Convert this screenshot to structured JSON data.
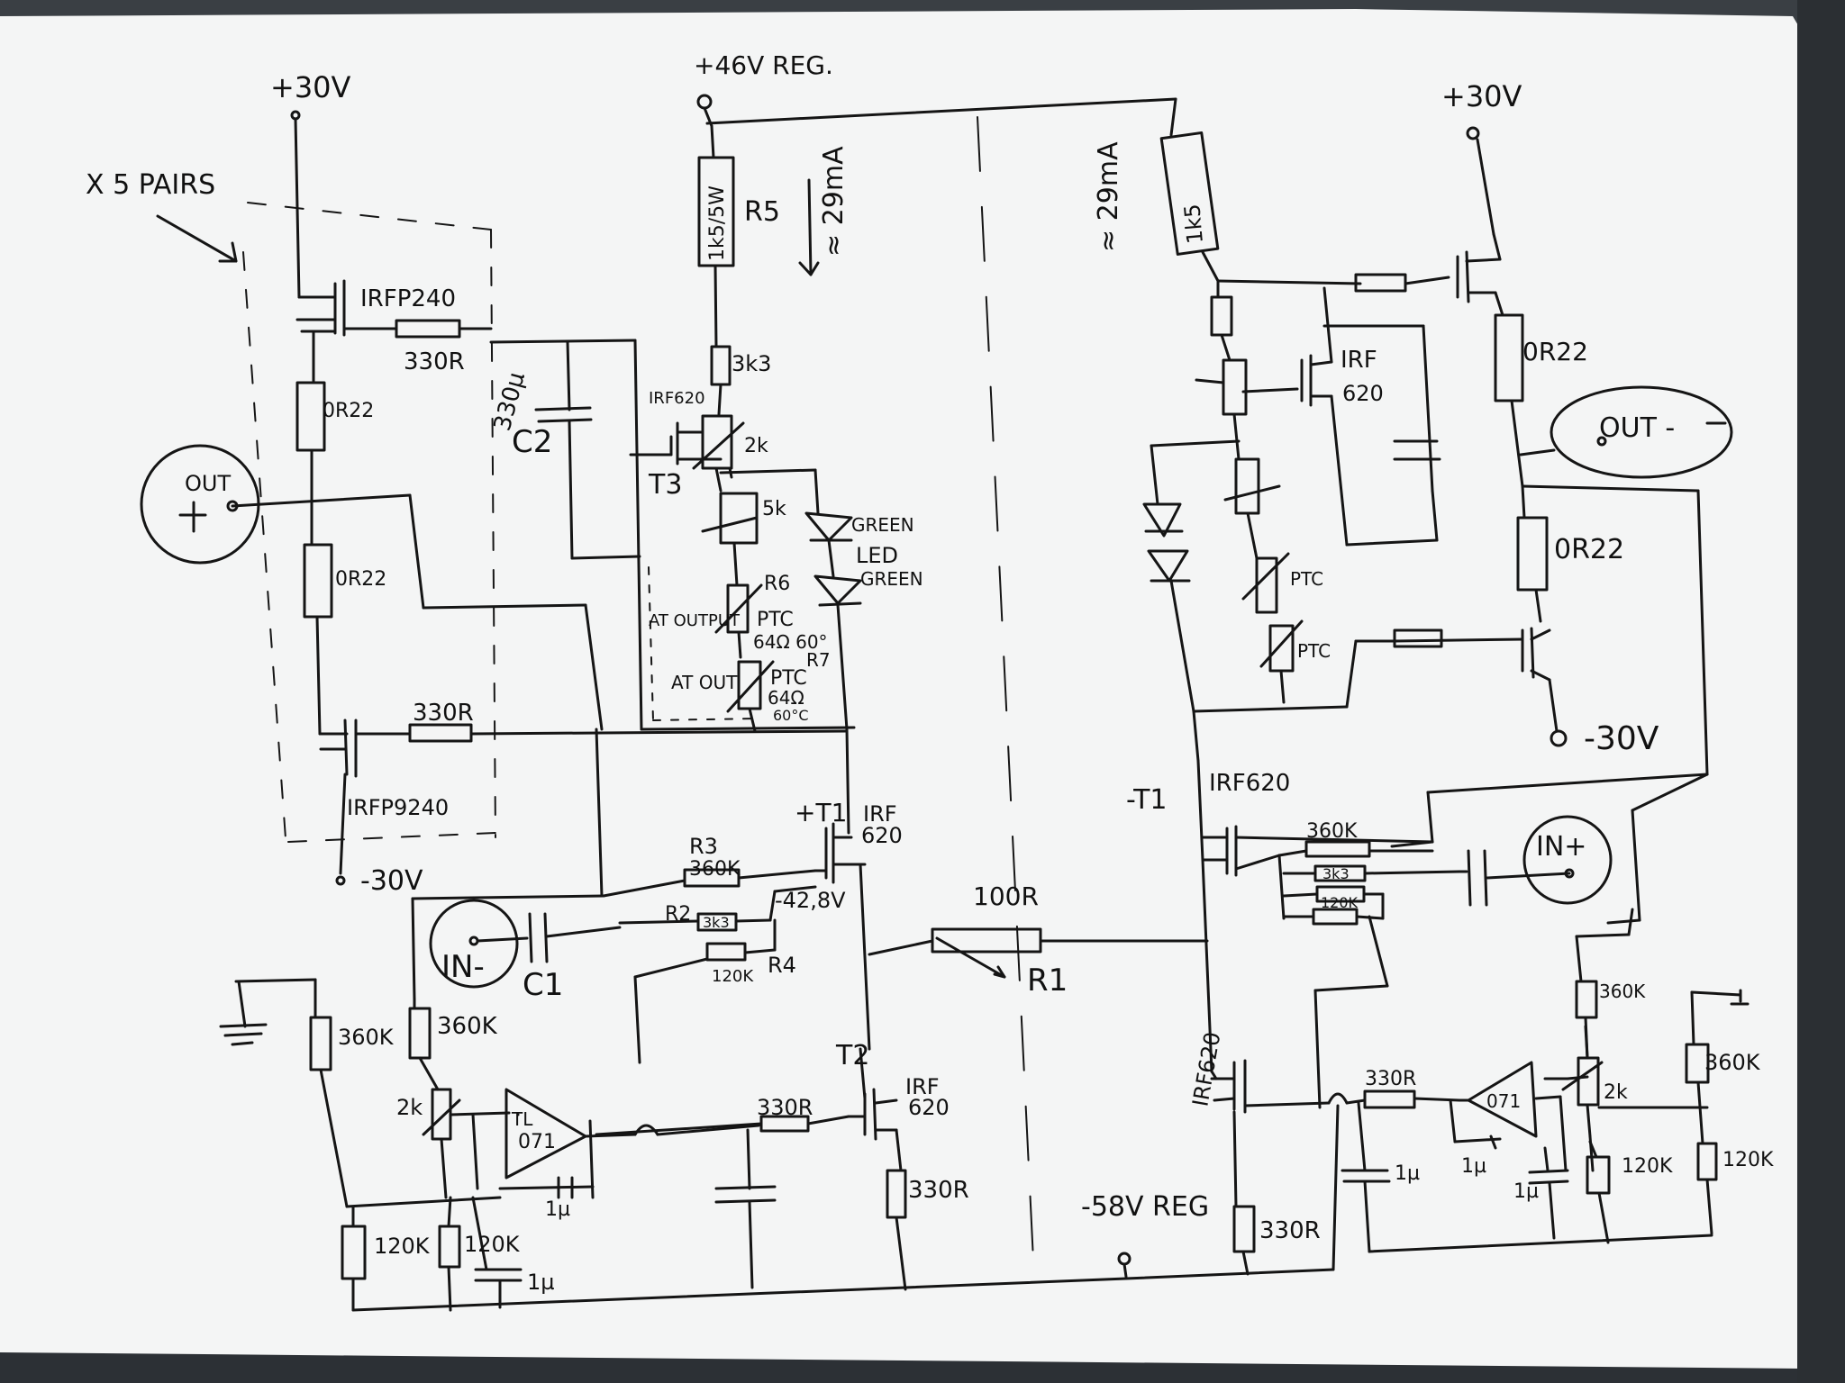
{
  "supply": {
    "v46": "+46V REG.",
    "v30_left": "+30V",
    "v30_right": "+30V",
    "vneg30_left": "-30V",
    "vneg30_right": "-30V",
    "v58": "-58V REG"
  },
  "annotations": {
    "pairs": "X 5 PAIRS",
    "current_left": "≈ 29mA",
    "current_right": "≈ 29mA",
    "green_led": "GREEN",
    "led": "LED",
    "green_led2": "GREEN",
    "at_output": "AT OUTPUT",
    "at_out": "AT OUT",
    "v428": "-42,8V"
  },
  "connectors": {
    "out_left_label": "OUT",
    "out_left_sign": "+",
    "out_right": "OUT -",
    "in_left": "IN-",
    "in_right": "IN+"
  },
  "left": {
    "q_top": "IRFP240",
    "q_bottom": "IRFP9240",
    "r_gate_top": "330R",
    "r_gate_bottom": "330R",
    "r_source_top": "0R22",
    "r_source_bottom": "0R22",
    "c2_val": "330µ",
    "c2": "C2",
    "r5_val": "1k5/5W",
    "r5": "R5",
    "r_3k3": "3k3",
    "t3_part": "IRF620",
    "t3": "T3",
    "pot_2k": "2k",
    "pot_5k": "5k",
    "r6": "R6",
    "ptc1_a": "PTC",
    "ptc1_b": "64Ω 60°",
    "r7": "R7",
    "ptc2_a": "PTC",
    "ptc2_b": "64Ω",
    "ptc2_c": "60°C",
    "t1": "+T1",
    "t1_part_a": "IRF",
    "t1_part_b": "620",
    "r3": "R3",
    "r3_val": "360K",
    "r2": "R2",
    "r2_val": "3k3",
    "r4": "R4",
    "r4_val": "120K",
    "c1": "C1",
    "t2": "T2",
    "t2_part_a": "IRF",
    "t2_part_b": "620",
    "r_330_t2": "330R",
    "r_330_src": "330R",
    "r_360k_a": "360K",
    "r_360k_b": "360K",
    "pot_2k_b": "2k",
    "opamp_a": "TL",
    "opamp_b": "071",
    "c_1u_a": "1µ",
    "r_120k_a": "120K",
    "r_120k_b": "120K",
    "c_1u_b": "1µ"
  },
  "middle": {
    "r1_val": "100R",
    "r1": "R1"
  },
  "right": {
    "r_1k5": "1k5",
    "t_mid_a": "IRF",
    "t_mid_b": "620",
    "r_0r22_top": "0R22",
    "r_0r22_bot": "0R22",
    "ptc_a": "PTC",
    "ptc_b": "PTC",
    "t1": "-T1",
    "t1_part": "IRF620",
    "r_360k": "360K",
    "r_3k3": "3k3",
    "r_120k": "120K",
    "t_bottom": "IRF620",
    "r_330r_a": "330R",
    "r_330r_b": "330R",
    "c_1u_a": "1µ",
    "c_1u_b": "1µ",
    "c_1u_c": "1µ",
    "opamp": "071",
    "pot_2k": "2k",
    "r_360k_a": "360K",
    "r_360k_b": "360K",
    "r_120k_a": "120K",
    "r_120k_b": "120K"
  }
}
